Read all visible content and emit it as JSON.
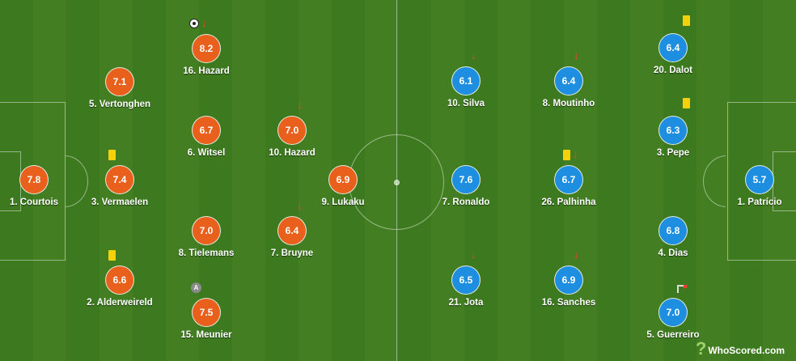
{
  "colors": {
    "home_rating": "#e8601c",
    "away_rating": "#1d8ee0",
    "pitch": "#3d7a1f",
    "card": "#f5d10c",
    "sub_arrow": "#ff3b30"
  },
  "home": [
    {
      "name": "1. Courtois",
      "rating": "7.8",
      "icons": []
    },
    {
      "name": "5. Vertonghen",
      "rating": "7.1",
      "icons": []
    },
    {
      "name": "3. Vermaelen",
      "rating": "7.4",
      "icons": [
        "yellow-card-icon"
      ]
    },
    {
      "name": "2. Alderweireld",
      "rating": "6.6",
      "icons": [
        "yellow-card-icon"
      ]
    },
    {
      "name": "16. Hazard",
      "rating": "8.2",
      "icons": [
        "goal-ball-icon",
        "sub-off-arrow-icon"
      ]
    },
    {
      "name": "6. Witsel",
      "rating": "6.7",
      "icons": []
    },
    {
      "name": "8. Tielemans",
      "rating": "7.0",
      "icons": []
    },
    {
      "name": "15. Meunier",
      "rating": "7.5",
      "icons": [
        "captain-icon"
      ]
    },
    {
      "name": "10. Hazard",
      "rating": "7.0",
      "icons": [
        "sub-off-arrow-icon"
      ]
    },
    {
      "name": "7. Bruyne",
      "rating": "6.4",
      "icons": [
        "sub-off-arrow-icon"
      ]
    },
    {
      "name": "9. Lukaku",
      "rating": "6.9",
      "icons": []
    }
  ],
  "away": [
    {
      "name": "10. Silva",
      "rating": "6.1",
      "icons": [
        "sub-off-arrow-icon"
      ]
    },
    {
      "name": "7. Ronaldo",
      "rating": "7.6",
      "icons": []
    },
    {
      "name": "21. Jota",
      "rating": "6.5",
      "icons": [
        "sub-off-arrow-icon"
      ]
    },
    {
      "name": "8. Moutinho",
      "rating": "6.4",
      "icons": [
        "sub-off-arrow-icon"
      ]
    },
    {
      "name": "26. Palhinha",
      "rating": "6.7",
      "icons": [
        "yellow-card-icon",
        "sub-off-arrow-icon"
      ]
    },
    {
      "name": "16. Sanches",
      "rating": "6.9",
      "icons": [
        "sub-off-arrow-icon"
      ]
    },
    {
      "name": "20. Dalot",
      "rating": "6.4",
      "icons": [
        "yellow-card-icon"
      ]
    },
    {
      "name": "3. Pepe",
      "rating": "6.3",
      "icons": [
        "yellow-card-icon"
      ]
    },
    {
      "name": "4. Dias",
      "rating": "6.8",
      "icons": []
    },
    {
      "name": "5. Guerreiro",
      "rating": "7.0",
      "icons": [
        "corner-flag-icon"
      ]
    },
    {
      "name": "1. Patrício",
      "rating": "5.7",
      "icons": []
    }
  ],
  "branding": {
    "logo_text": "WhoScored",
    "logo_suffix": ".com"
  }
}
